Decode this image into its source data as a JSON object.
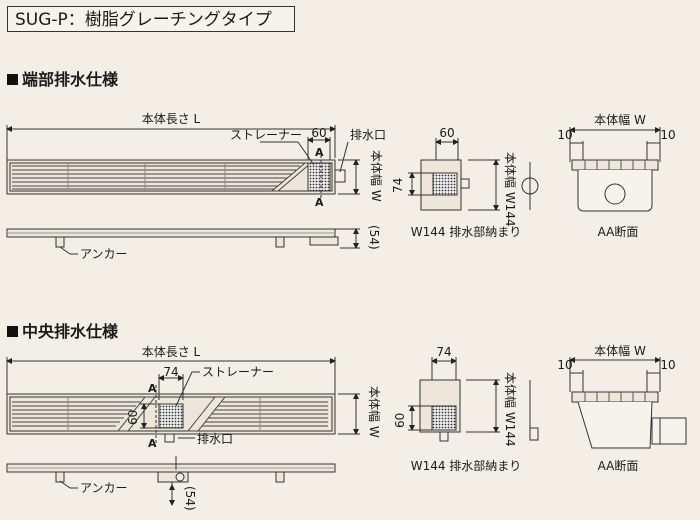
{
  "title": "SUG-P：樹脂グレーチングタイプ",
  "sections": [
    {
      "heading": "端部排水仕様",
      "labels": {
        "body_length": "本体長さ L",
        "strainer": "ストレーナー",
        "drain_outlet": "排水口",
        "section_a": "A",
        "dim_60": "60",
        "body_width": "本体幅 W",
        "dim_54": "(54)",
        "anchor": "アンカー",
        "detail_dim_top": "60",
        "detail_dim_side": "74",
        "detail_width": "本体幅 W144",
        "detail_caption": "W144 排水部納まり",
        "aa_width": "本体幅 W",
        "aa_left": "10",
        "aa_right": "10",
        "aa_caption": "AA断面"
      }
    },
    {
      "heading": "中央排水仕様",
      "labels": {
        "body_length": "本体長さ L",
        "strainer": "ストレーナー",
        "drain_outlet": "排水口",
        "section_a": "A",
        "dim_74": "74",
        "dim_60": "60",
        "body_width": "本体幅 W",
        "dim_54": "(54)",
        "anchor": "アンカー",
        "detail_dim_top": "74",
        "detail_dim_side": "60",
        "detail_width": "本体幅 W144",
        "detail_caption": "W144 排水部納まり",
        "aa_width": "本体幅 W",
        "aa_left": "10",
        "aa_right": "10",
        "aa_caption": "AA断面"
      }
    }
  ]
}
